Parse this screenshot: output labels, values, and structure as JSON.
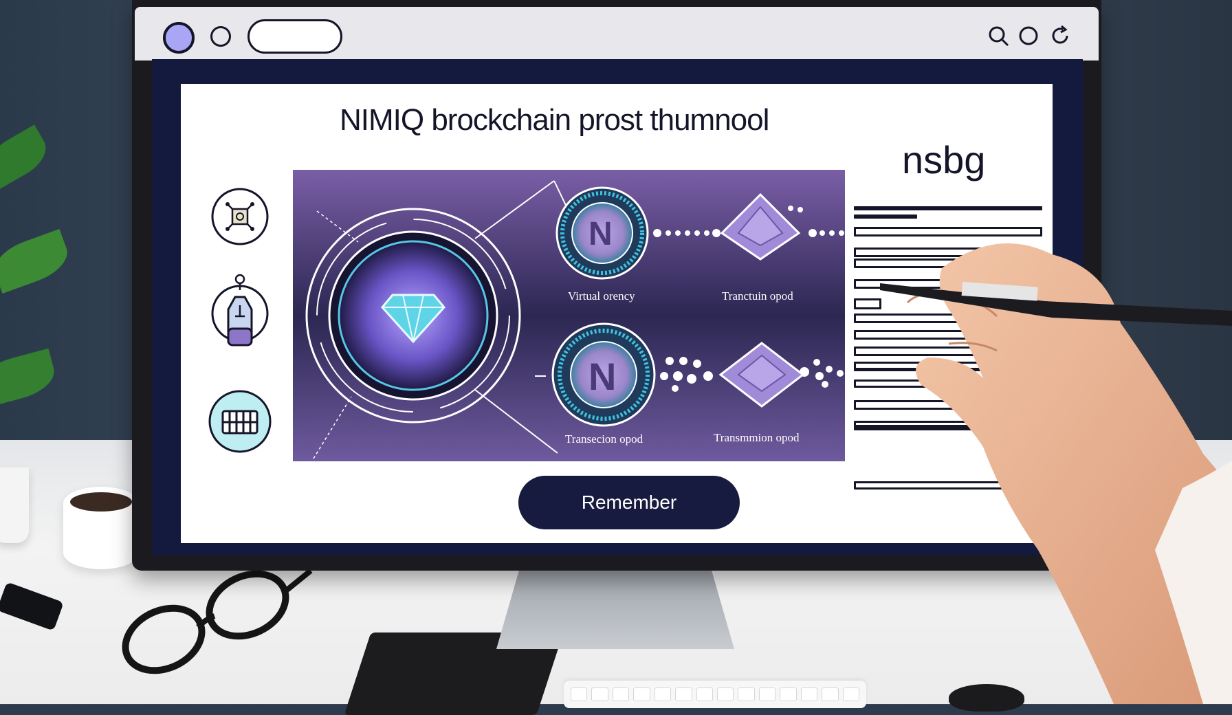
{
  "page": {
    "title": "NIMIQ brockchain prost thumnool",
    "side_heading": "nsbg",
    "cta_label": "Remember"
  },
  "hero": {
    "captions": [
      "Virtual orency",
      "Tranctuin opod",
      "Transecion opod",
      "Transmmion opod"
    ],
    "coin_letter": "N"
  },
  "left_icons": [
    "network-node-icon",
    "timer-bottle-icon",
    "keyboard-grid-icon"
  ],
  "top_icons": [
    "search-icon",
    "circle-icon",
    "refresh-icon"
  ],
  "colors": {
    "accent": "#a9a6f6",
    "dark_navy": "#141a3d",
    "hero_purple": "#7a5ea6",
    "coin_purple": "#9b86c9",
    "diamond_cyan": "#5fd4e6"
  }
}
